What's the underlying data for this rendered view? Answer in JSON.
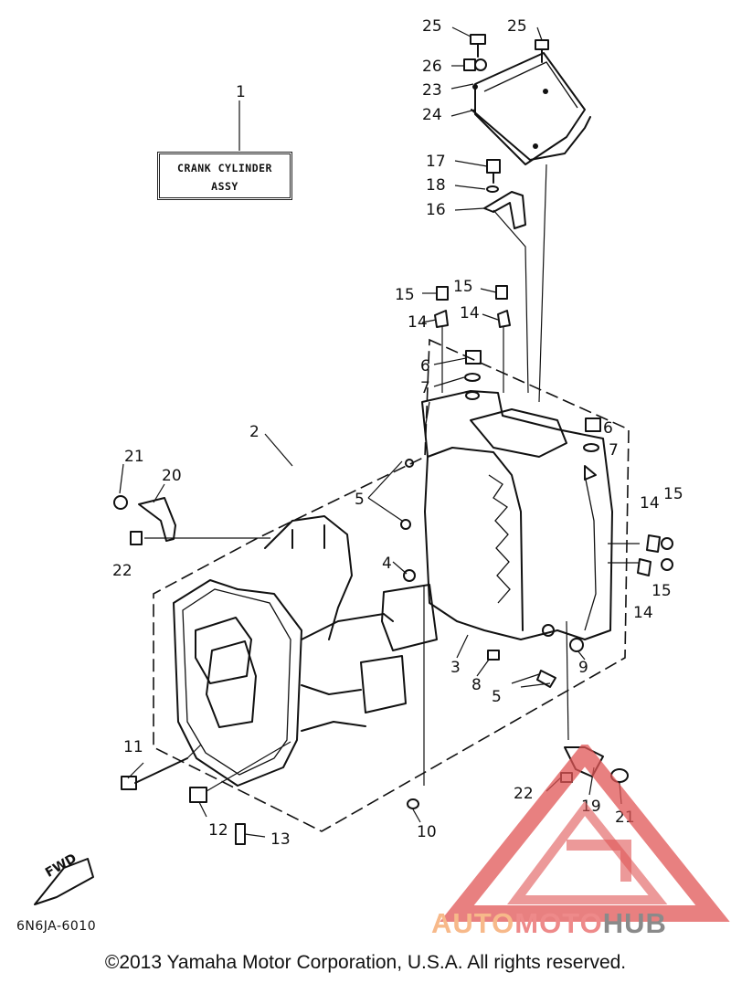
{
  "assembly": {
    "line1": "CRANK CYLINDER",
    "line2": "ASSY"
  },
  "callouts": [
    "1",
    "2",
    "3",
    "4",
    "5",
    "5",
    "6",
    "6",
    "7",
    "7",
    "8",
    "9",
    "10",
    "11",
    "12",
    "13",
    "14",
    "14",
    "14",
    "14",
    "15",
    "15",
    "15",
    "15",
    "16",
    "17",
    "18",
    "19",
    "20",
    "21",
    "21",
    "22",
    "22",
    "23",
    "24",
    "25",
    "25",
    "26"
  ],
  "fwd_label": "FWD",
  "reference_code": "6N6JA-6010",
  "copyright": "©2013 Yamaha Motor Corporation, U.S.A. All rights reserved.",
  "watermark": {
    "part1": "AUTO",
    "part2": "MOTO",
    "part3": "HUB"
  },
  "colors": {
    "ink": "#111111",
    "watermark_red": "#e05555",
    "watermark_orange": "#f4a36b",
    "watermark_gray": "#8a8a8a"
  }
}
